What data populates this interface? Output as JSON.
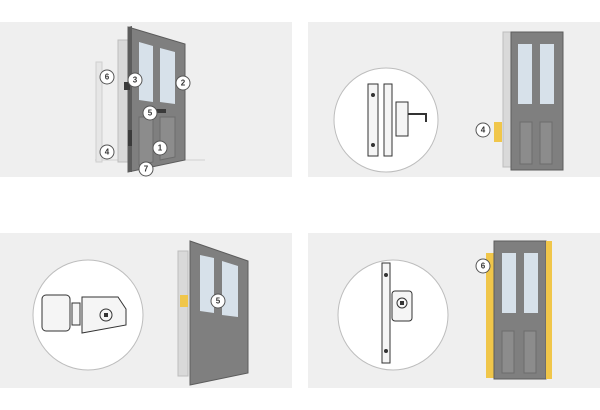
{
  "colors": {
    "panel_bg": "#efefef",
    "door_body": "#7f7f7f",
    "door_edge": "#5c5c5c",
    "door_panel": "#8c8c8c",
    "glass": "#d7e1ea",
    "frame": "#d9d9d9",
    "highlight": "#f0c64a",
    "hardware": "#3a3a3a",
    "badge_fill": "#ffffff",
    "badge_stroke": "#555555"
  },
  "panels": {
    "overview": {
      "markers": [
        {
          "label": "1"
        },
        {
          "label": "2"
        },
        {
          "label": "3"
        },
        {
          "label": "4"
        },
        {
          "label": "5"
        },
        {
          "label": "6"
        },
        {
          "label": "7"
        }
      ]
    },
    "mortice_lock": {
      "marker": {
        "label": "4"
      },
      "icon": "mortice-lock-icon"
    },
    "nightlatch": {
      "marker": {
        "label": "5"
      },
      "icon": "nightlatch-icon"
    },
    "door_chain": {
      "marker": {
        "label": "6"
      },
      "icon": "door-viewer-chain-icon"
    }
  }
}
